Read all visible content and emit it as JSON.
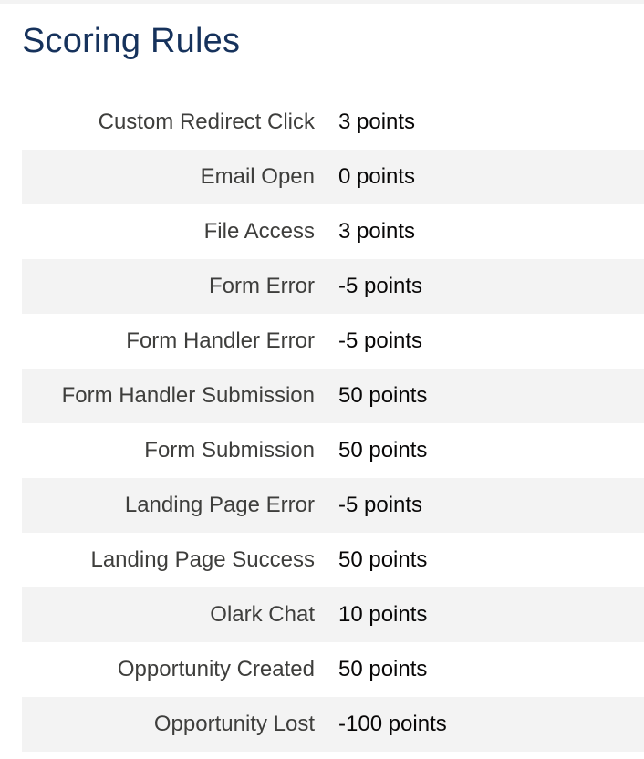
{
  "page": {
    "title": "Scoring Rules"
  },
  "rules": [
    {
      "name": "Custom Redirect Click",
      "points": "3 points"
    },
    {
      "name": "Email Open",
      "points": "0 points"
    },
    {
      "name": "File Access",
      "points": "3 points"
    },
    {
      "name": "Form Error",
      "points": "-5 points"
    },
    {
      "name": "Form Handler Error",
      "points": "-5 points"
    },
    {
      "name": "Form Handler Submission",
      "points": "50 points"
    },
    {
      "name": "Form Submission",
      "points": "50 points"
    },
    {
      "name": "Landing Page Error",
      "points": "-5 points"
    },
    {
      "name": "Landing Page Success",
      "points": "50 points"
    },
    {
      "name": "Olark Chat",
      "points": "10 points"
    },
    {
      "name": "Opportunity Created",
      "points": "50 points"
    },
    {
      "name": "Opportunity Lost",
      "points": "-100 points"
    }
  ],
  "colors": {
    "title": "#16325c",
    "stripe": "#f3f3f3",
    "label": "#3e3e3c",
    "value": "#080707"
  }
}
